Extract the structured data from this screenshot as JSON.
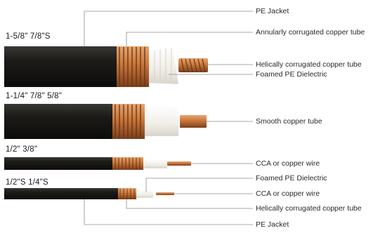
{
  "cables": [
    {
      "sizes": "1-5/8\"   7/8\"S"
    },
    {
      "sizes": "1-1/4\"  7/8\"  5/8\""
    },
    {
      "sizes": "1/2\"    3/8\""
    },
    {
      "sizes": "1/2\"S  1/4\"S"
    }
  ],
  "labels": {
    "pe_jacket_top": "PE Jacket",
    "annular_copper": "Annularly corrugated copper tube",
    "helical_copper_top": "Helically corrugated copper tube",
    "foamed_pe_top": "Foamed PE Dielectric",
    "smooth_copper": "Smooth  copper tube",
    "cca_wire_1": "CCA or copper wire",
    "foamed_pe_bottom": "Foamed PE Dielectric",
    "cca_wire_2": "CCA or copper wire",
    "helical_copper_bottom": "Helically corrugated copper tube",
    "pe_jacket_bottom": "PE Jacket"
  },
  "colors": {
    "jacket": "#1c1b18",
    "copper": "#c8773c",
    "copper_dark": "#7a3e1a",
    "dielectric": "#f4f2ee",
    "leader": "#8c8c8c"
  }
}
